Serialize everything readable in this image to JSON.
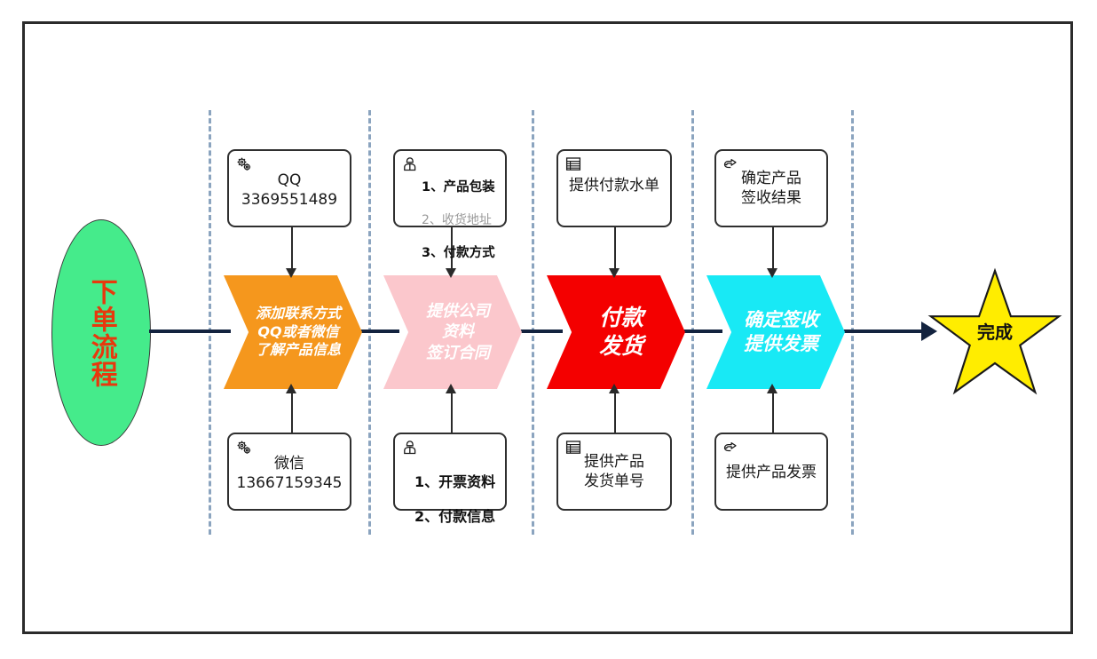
{
  "diagram": {
    "title": "下单流程",
    "start_node": {
      "label": "下单流程",
      "shape": "ellipse",
      "fill": "#45eb8b",
      "text_color": "#e8380d"
    },
    "end_node": {
      "label": "完成",
      "shape": "star",
      "fill": "#ffed00",
      "text_color": "#111111"
    },
    "lane_separator_color": "#8ba4bf",
    "spine_color": "#13233f",
    "stages": [
      {
        "id": "stage-1",
        "label": "添加联系方式\nQQ或者微信\n了解产品信息",
        "fill": "#f5971d",
        "top_note": {
          "icon": "gears-icon",
          "text": "QQ\n3369551489"
        },
        "bottom_note": {
          "icon": "gears-icon",
          "text": "微信\n13667159345"
        }
      },
      {
        "id": "stage-2",
        "label": "提供公司\n资料\n签订合同",
        "fill": "#fbc7cc",
        "top_note": {
          "icon": "person-icon",
          "lines": [
            {
              "text": "1、产品包装",
              "style": "bold"
            },
            {
              "text": "2、收货地址",
              "style": "gray"
            },
            {
              "text": "3、付款方式",
              "style": "bold"
            }
          ]
        },
        "bottom_note": {
          "icon": "person-icon",
          "lines": [
            {
              "text": "1、开票资料",
              "style": "bold"
            },
            {
              "text": "2、付款信息",
              "style": "bold"
            }
          ]
        }
      },
      {
        "id": "stage-3",
        "label": "付款\n发货",
        "fill": "#f40000",
        "top_note": {
          "icon": "document-list-icon",
          "text": "提供付款水单"
        },
        "bottom_note": {
          "icon": "document-list-icon",
          "text": "提供产品\n发货单号"
        }
      },
      {
        "id": "stage-4",
        "label": "确定签收\n提供发票",
        "fill": "#18e9f5",
        "top_note": {
          "icon": "pointing-hand-icon",
          "text": "确定产品\n签收结果"
        },
        "bottom_note": {
          "icon": "pointing-hand-icon",
          "text": "提供产品发票"
        }
      }
    ]
  }
}
